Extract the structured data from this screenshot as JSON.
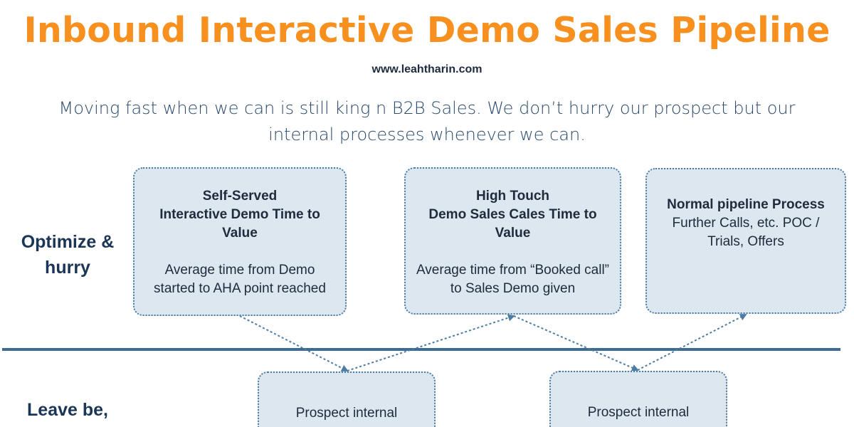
{
  "header": {
    "title": "Inbound Interactive Demo Sales Pipeline",
    "url": "www.leahtharin.com",
    "subtitle_line1": "Moving fast when we can is still king n B2B Sales. We don’t hurry our prospect but our",
    "subtitle_line2": "internal processes whenever we can."
  },
  "rows": {
    "top_line1": "Optimize &",
    "top_line2": "hurry",
    "bottom_line1": "Leave be,"
  },
  "boxes": {
    "self_served": {
      "head1": "Self-Served",
      "head2": "Interactive Demo Time to",
      "head3": "Value",
      "body1": "Average time from Demo",
      "body2": "started to AHA point reached"
    },
    "high_touch": {
      "head1": "High Touch",
      "head2": "Demo Sales Cales Time to",
      "head3": "Value",
      "body1": "Average time from “Booked call”",
      "body2": "to Sales Demo given"
    },
    "normal": {
      "head1": "Normal pipeline Process",
      "body1": "Further Calls, etc. POC /",
      "body2": "Trials, Offers"
    },
    "prospect_a": {
      "text": "Prospect internal"
    },
    "prospect_b": {
      "text": "Prospect internal"
    }
  },
  "colors": {
    "title": "#f7901e",
    "divider": "#3d6b93",
    "box_fill": "#dde7f0",
    "box_border": "#4d7ca3",
    "arrow": "#4d7ca3"
  }
}
